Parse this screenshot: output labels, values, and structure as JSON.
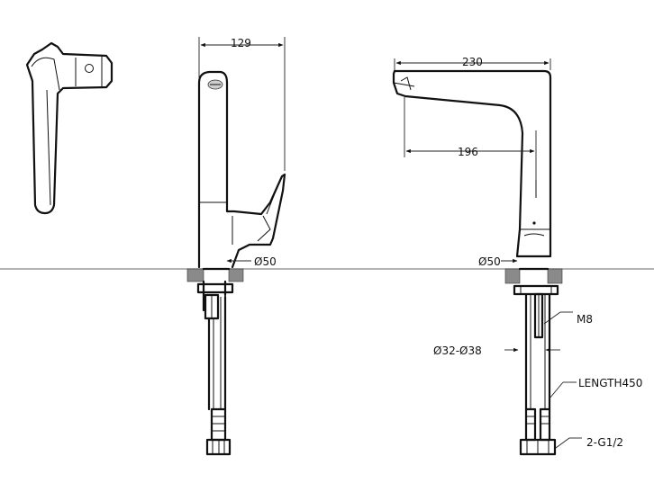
{
  "labels": {
    "dim_129": "129",
    "dim_230": "230",
    "dim_196": "196",
    "dia_50_side": "Ø50",
    "dia_50_front": "Ø50",
    "m8": "M8",
    "hole": "Ø32-Ø38",
    "length": "LENGTH450",
    "thread": "2-G1/2"
  },
  "colors": {
    "line": "#111111",
    "surface": "#9a9a9a",
    "hatch": "#8a8a8a"
  }
}
